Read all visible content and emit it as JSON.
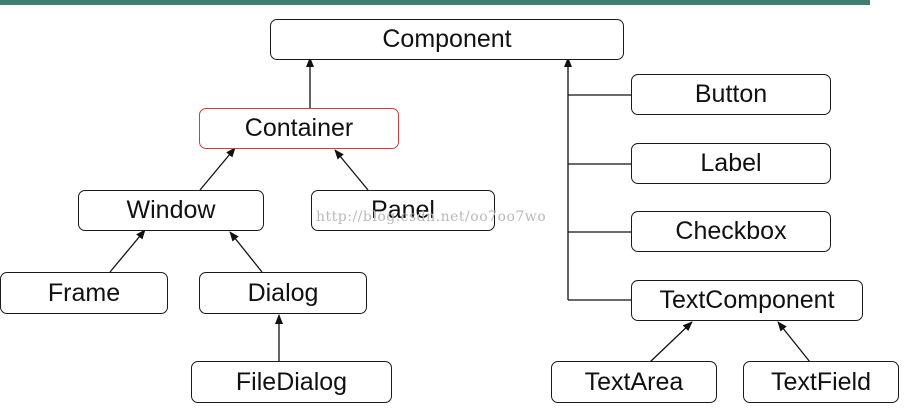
{
  "diagram": {
    "nodes": {
      "component": "Component",
      "container": "Container",
      "window": "Window",
      "panel": "Panel",
      "frame": "Frame",
      "dialog": "Dialog",
      "filedialog": "FileDialog",
      "button": "Button",
      "label": "Label",
      "checkbox": "Checkbox",
      "textcomponent": "TextComponent",
      "textarea": "TextArea",
      "textfield": "TextField"
    },
    "edges": [
      {
        "from": "container",
        "to": "component"
      },
      {
        "from": "window",
        "to": "container"
      },
      {
        "from": "panel",
        "to": "container"
      },
      {
        "from": "frame",
        "to": "window"
      },
      {
        "from": "dialog",
        "to": "window"
      },
      {
        "from": "filedialog",
        "to": "dialog"
      },
      {
        "from": "button",
        "to": "component"
      },
      {
        "from": "label",
        "to": "component"
      },
      {
        "from": "checkbox",
        "to": "component"
      },
      {
        "from": "textcomponent",
        "to": "component"
      },
      {
        "from": "textarea",
        "to": "textcomponent"
      },
      {
        "from": "textfield",
        "to": "textcomponent"
      }
    ],
    "highlight_color": "#d63a3a",
    "accent_bar_color": "#3f7f72"
  },
  "watermark": "http://blog.csdn.net/oo7oo7wo"
}
